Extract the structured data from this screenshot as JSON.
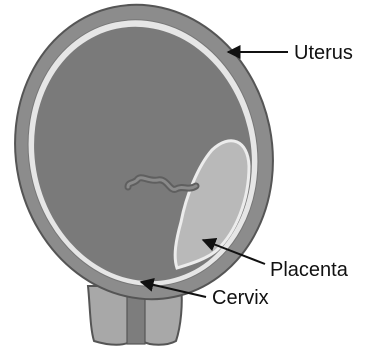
{
  "labels": {
    "uterus": "Uterus",
    "placenta": "Placenta",
    "cervix": "Cervix"
  },
  "colors": {
    "outer_wall": "#8c8c8c",
    "wall_outline": "#555555",
    "inner_ring": "#e6e6e6",
    "cavity": "#7a7a7a",
    "placenta": "#b9b9b9",
    "cervix": "#a8a8a8",
    "cervix_canal": "#7d7d7d",
    "arrow": "#111111"
  }
}
